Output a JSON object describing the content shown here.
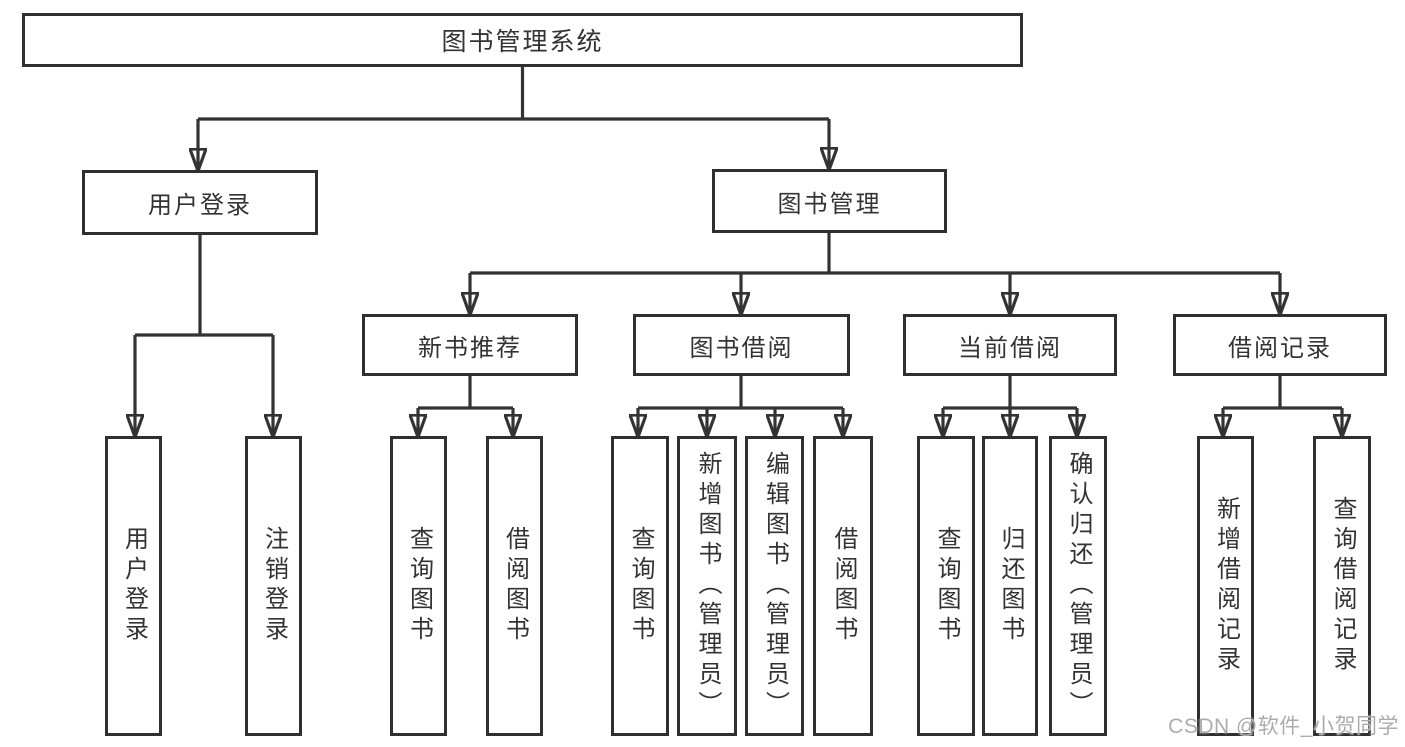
{
  "nodes": {
    "root": {
      "label": "图书管理系统"
    },
    "level1": [
      {
        "id": "user-login",
        "label": "用户登录"
      },
      {
        "id": "book-management",
        "label": "图书管理"
      }
    ],
    "level2": [
      {
        "id": "new-book-recommend",
        "label": "新书推荐",
        "parent": "图书管理"
      },
      {
        "id": "book-borrow",
        "label": "图书借阅",
        "parent": "图书管理"
      },
      {
        "id": "current-borrow",
        "label": "当前借阅",
        "parent": "图书管理"
      },
      {
        "id": "borrow-records",
        "label": "借阅记录",
        "parent": "图书管理"
      }
    ],
    "leaves": [
      {
        "id": "user-login-leaf",
        "label": "用户登录",
        "parent": "用户登录"
      },
      {
        "id": "logout",
        "label": "注销登录",
        "parent": "用户登录"
      },
      {
        "id": "query-books-recommend",
        "label": "查询图书",
        "parent": "新书推荐"
      },
      {
        "id": "borrow-books-recommend",
        "label": "借阅图书",
        "parent": "新书推荐"
      },
      {
        "id": "query-books-borrow",
        "label": "查询图书",
        "parent": "图书借阅"
      },
      {
        "id": "add-books-admin",
        "label": "新增图书（管理员）",
        "parent": "图书借阅"
      },
      {
        "id": "edit-books-admin",
        "label": "编辑图书（管理员）",
        "parent": "图书借阅"
      },
      {
        "id": "borrow-books",
        "label": "借阅图书",
        "parent": "图书借阅"
      },
      {
        "id": "query-books-current",
        "label": "查询图书",
        "parent": "当前借阅"
      },
      {
        "id": "return-books",
        "label": "归还图书",
        "parent": "当前借阅"
      },
      {
        "id": "confirm-return-admin",
        "label": "确认归还（管理员）",
        "parent": "当前借阅"
      },
      {
        "id": "add-borrow-record",
        "label": "新增借阅记录",
        "parent": "借阅记录"
      },
      {
        "id": "query-borrow-record",
        "label": "查询借阅记录",
        "parent": "借阅记录"
      }
    ]
  },
  "watermark": "CSDN @软件_小贺同学",
  "colors": {
    "line": "#333333",
    "box_border": "#2f2f2f",
    "text": "#333333",
    "watermark": "#acacac",
    "background": "#ffffff"
  }
}
